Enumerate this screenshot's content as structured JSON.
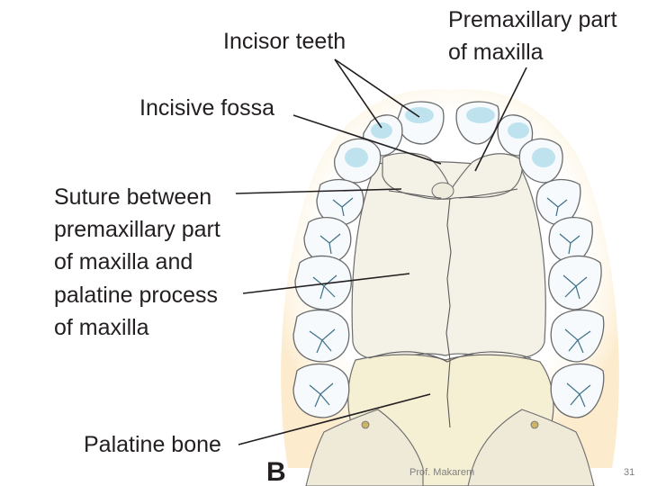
{
  "diagram": {
    "figure_letter": "B",
    "labels": {
      "incisor_teeth": "Incisor teeth",
      "premaxillary_line1": "Premaxillary part",
      "premaxillary_line2": "of maxilla",
      "incisive_fossa": "Incisive fossa",
      "suture_line1": "Suture between",
      "suture_line2": "premaxillary part",
      "suture_line3": "of maxilla and",
      "suture_line4": "palatine process",
      "suture_line5": "of maxilla",
      "palatine_bone": "Palatine bone"
    }
  },
  "footer": {
    "author": "Prof. Makarem",
    "page_number": "31"
  },
  "colors": {
    "tooth_tint": "#bfe3ee",
    "palate": "#f4f1e6",
    "bone": "#f5efd3"
  }
}
